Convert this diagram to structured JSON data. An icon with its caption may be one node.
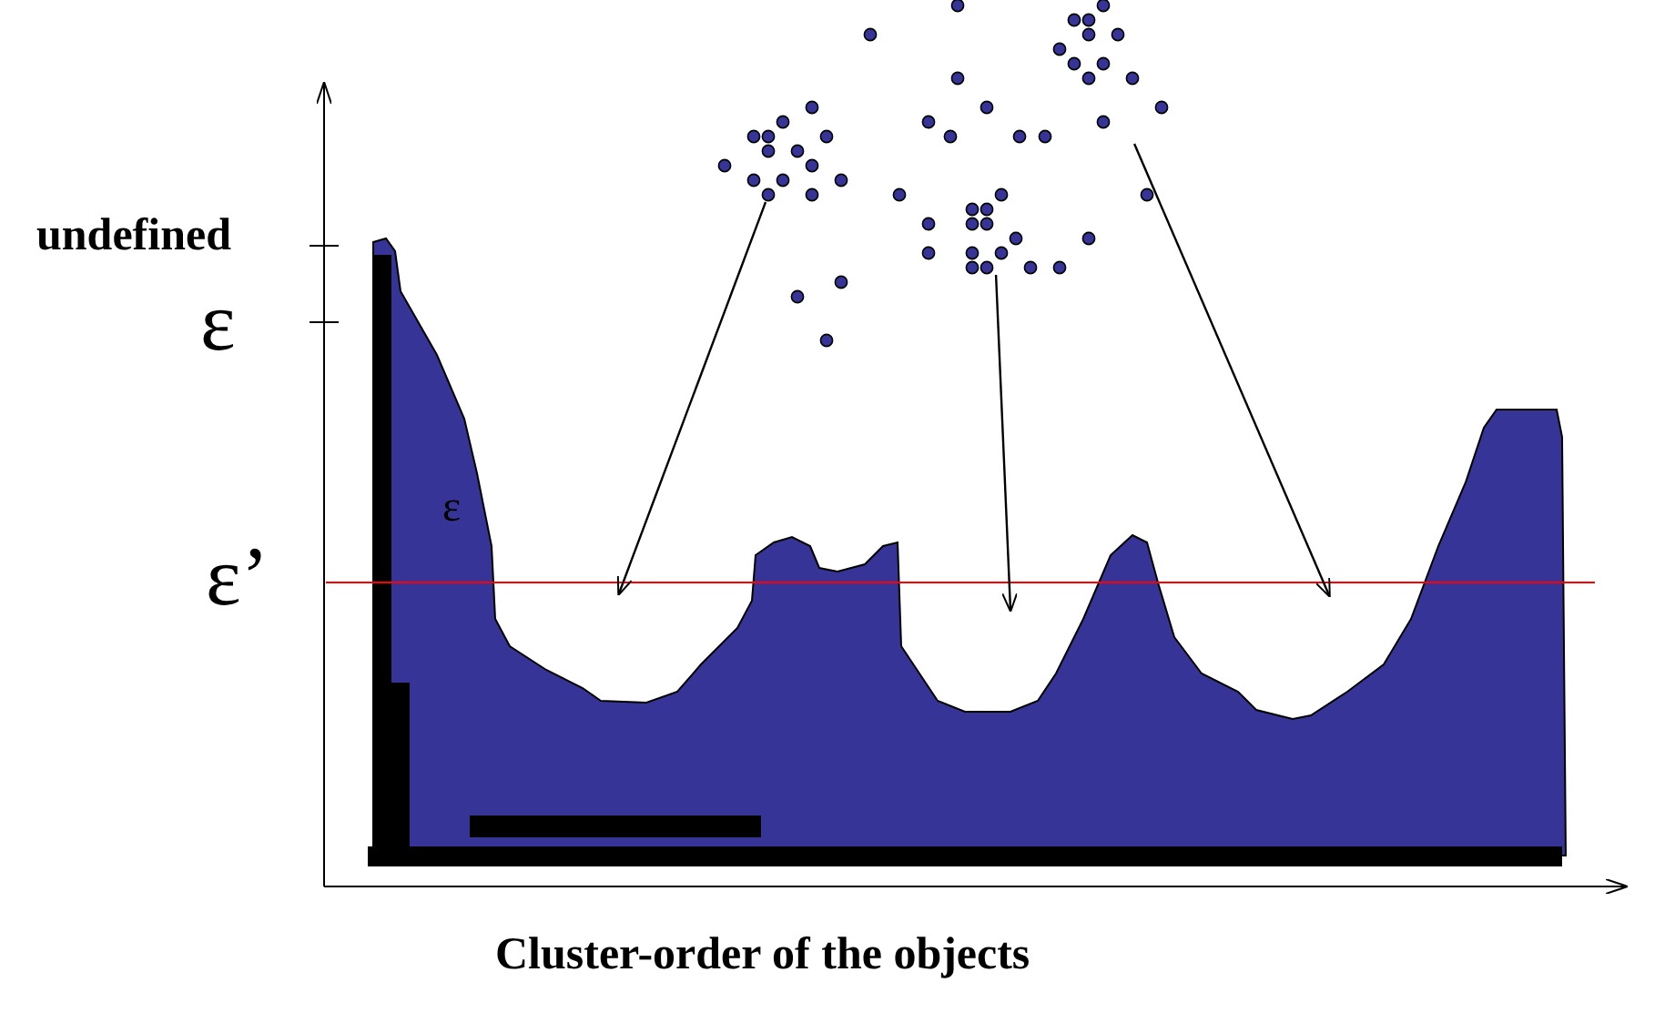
{
  "diagram": {
    "nodes": [
      {
        "text": [],
        "shape": "picture"
      },
      {
        "text": [],
        "shape": "picture"
      },
      {
        "text": [],
        "shape": "picture"
      }
    ],
    "edges": [
      {
        "from": 0,
        "to": null,
        "arrow": "to"
      },
      {
        "from": 1,
        "to": null,
        "arrow": "to"
      },
      {
        "from": 2,
        "to": null,
        "arrow": "to"
      }
    ],
    "labels": [
      "undefined",
      "ε",
      "ε",
      "ε’",
      "Cluster-order of the objects"
    ]
  }
}
